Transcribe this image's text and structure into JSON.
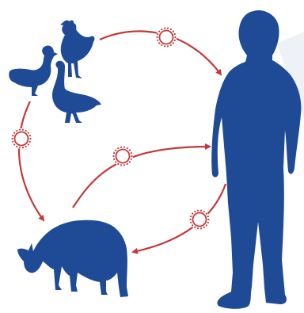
{
  "diagram": {
    "nodes": [
      {
        "id": "birds",
        "icon": "bird-flock-icon",
        "members": [
          "chicken-icon",
          "duck-icon",
          "goose-icon"
        ]
      },
      {
        "id": "pig",
        "icon": "pig-icon"
      },
      {
        "id": "human",
        "icon": "human-icon"
      }
    ],
    "edges": [
      {
        "from": "birds",
        "to": "human",
        "marker": "virus-icon"
      },
      {
        "from": "birds",
        "to": "pig",
        "marker": "virus-icon"
      },
      {
        "from": "pig",
        "to": "human",
        "marker": "virus-icon"
      },
      {
        "from": "human",
        "to": "pig",
        "marker": "virus-icon"
      }
    ],
    "colors": {
      "silhouette": "#1f4a96",
      "arrow": "#c2393a",
      "virus": "#c2393a",
      "background": "#ffffff",
      "shadow": "#eef1f5"
    }
  }
}
